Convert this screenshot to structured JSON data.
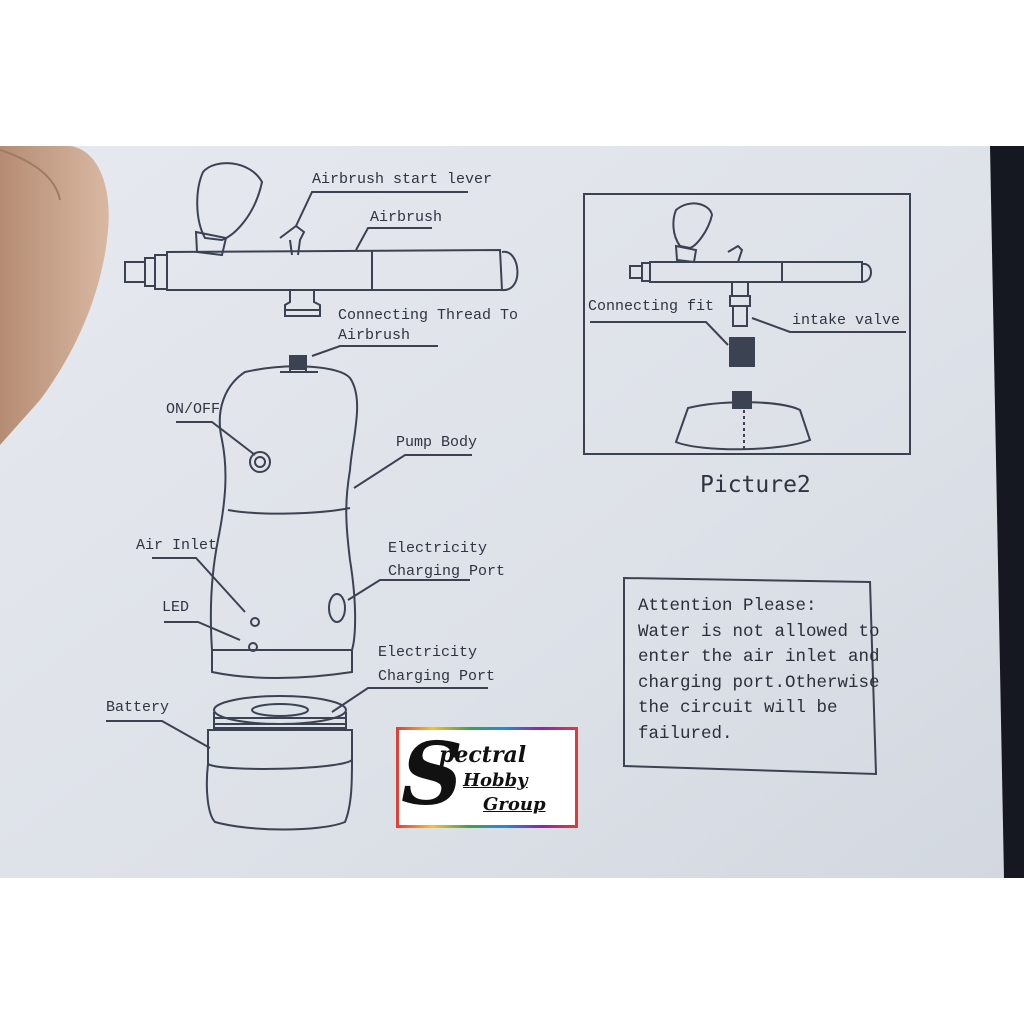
{
  "colors": {
    "background": "#151820",
    "paper": "#dfe3ea",
    "ink": "#2e3440",
    "skin": "#c9a58c"
  },
  "labels": {
    "start_lever": "Airbrush start lever",
    "airbrush": "Airbrush",
    "connecting_thread_1": "Connecting Thread To",
    "connecting_thread_2": "Airbrush",
    "on_off": "ON/OFF",
    "pump_body": "Pump Body",
    "air_inlet": "Air Inlet",
    "charging_port_1a": "Electricity",
    "charging_port_1b": "Charging Port",
    "led": "LED",
    "charging_port_2a": "Electricity",
    "charging_port_2b": "Charging Port",
    "battery": "Battery",
    "connecting_fit": "Connecting fit",
    "intake_valve": "intake valve",
    "picture2": "Picture2"
  },
  "attention": {
    "line1": "Attention Please:",
    "line2": "Water is not allowed to",
    "line3": "enter the air inlet and",
    "line4": "charging port.Otherwise",
    "line5": "the circuit will be",
    "line6": "failured."
  },
  "logo": {
    "initial": "S",
    "line1": "pectral",
    "line2": "Hobby",
    "line3": "Group"
  }
}
